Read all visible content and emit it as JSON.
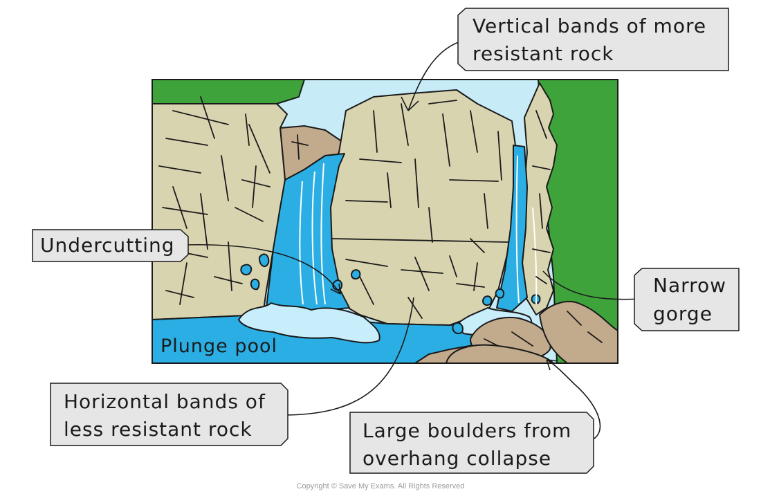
{
  "labels": {
    "vertical_bands_line1": "Vertical bands of more",
    "vertical_bands_line2": "resistant rock",
    "undercutting": "Undercutting",
    "narrow_gorge_line1": "Narrow",
    "narrow_gorge_line2": "gorge",
    "horizontal_bands_line1": "Horizontal bands of",
    "horizontal_bands_line2": "less resistant rock",
    "boulders_line1": "Large boulders from",
    "boulders_line2": "overhang collapse",
    "plunge_pool": "Plunge pool"
  },
  "copyright": "Copyright © Save My Exams. All Rights Reserved",
  "colors": {
    "sky": "#c8ecf7",
    "grass": "#3ea33a",
    "rock": "#d9d4b0",
    "dark_rock": "#c2aa8c",
    "water": "#2aaee4",
    "foam": "#c8eefb",
    "label_bg": "#e6e6e6"
  }
}
